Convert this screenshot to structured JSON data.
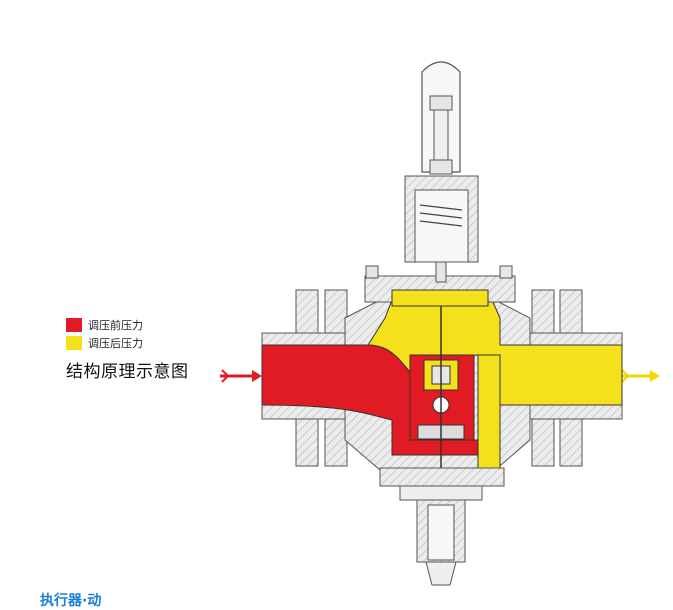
{
  "legend": {
    "items": [
      {
        "label": "调压前压力",
        "color": "#e01b23"
      },
      {
        "label": "调压后压力",
        "color": "#f5e11b"
      }
    ]
  },
  "diagram": {
    "title": "结构原理示意图"
  },
  "footer": {
    "text": "执行器·动"
  },
  "colors": {
    "upstream": "#e01b23",
    "downstream": "#f5e11b",
    "body": "#e9e9e9",
    "hatch": "#cfcfcf",
    "line": "#555555"
  }
}
